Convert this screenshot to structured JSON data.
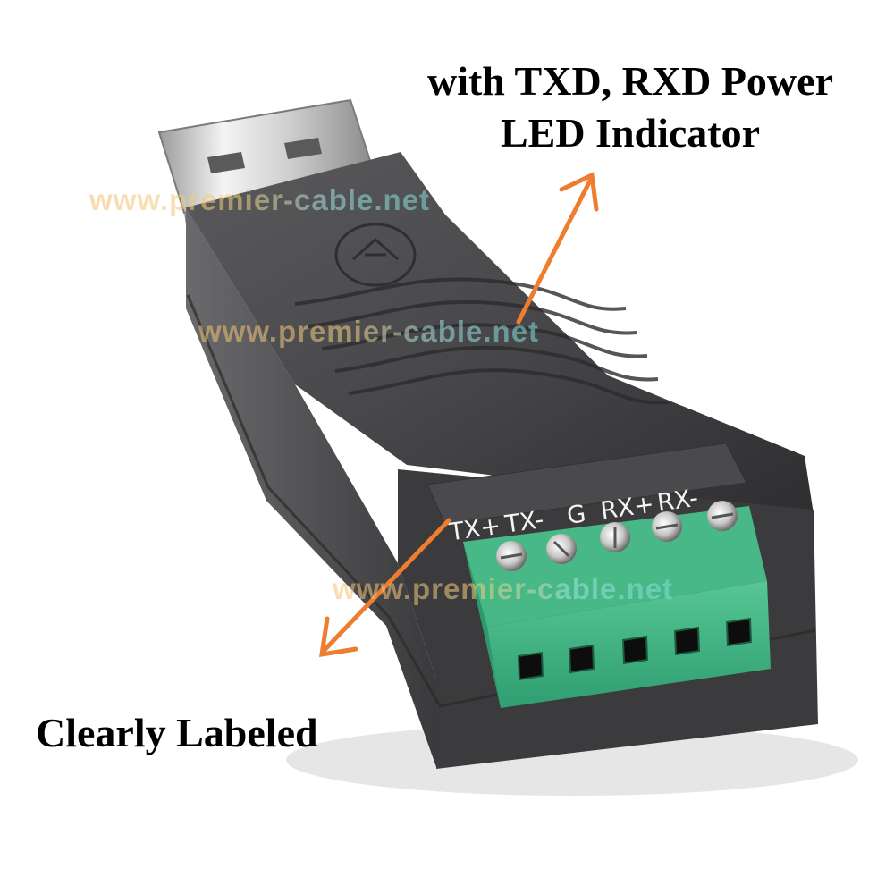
{
  "captions": {
    "top_line1": "with TXD, RXD Power",
    "top_line2": "LED Indicator",
    "bottom": "Clearly Labeled"
  },
  "device": {
    "terminal_labels": [
      "TX+",
      "TX-",
      "G",
      "RX+",
      "RX-"
    ]
  },
  "watermarks": [
    "www.premier-cable.net",
    "www.premier-cable.net",
    "www.premier-cable.net"
  ],
  "colors": {
    "arrow": "#ee7d30",
    "terminal_green": "#3fb483",
    "housing": "#4a4a4c"
  }
}
